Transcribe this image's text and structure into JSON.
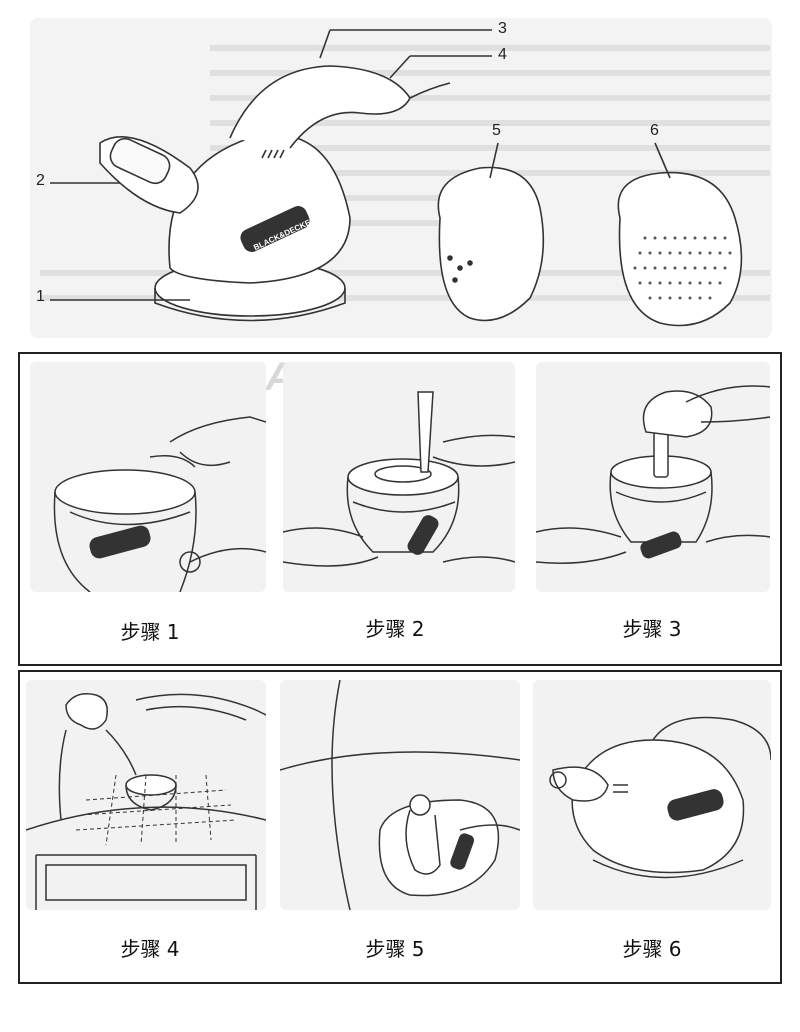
{
  "diagram": {
    "callouts": [
      "1",
      "2",
      "3",
      "4",
      "5",
      "6"
    ],
    "brand_label": "BLACK&DECKER"
  },
  "watermark": "MAXWORK",
  "steps": [
    {
      "caption": "步骤 1"
    },
    {
      "caption": "步骤 2"
    },
    {
      "caption": "步骤 3"
    },
    {
      "caption": "步骤 4"
    },
    {
      "caption": "步骤 5"
    },
    {
      "caption": "步骤 6"
    }
  ]
}
